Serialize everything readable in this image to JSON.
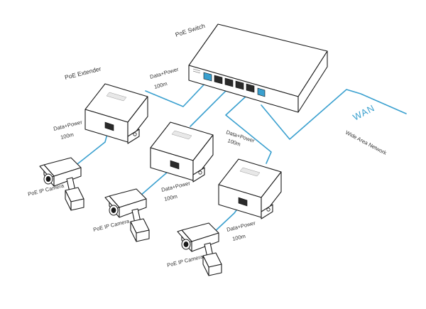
{
  "labels": {
    "switch": "PoE Switch",
    "extender": "PoE Extender",
    "wan": "WAN",
    "wan_sub": "Wide Area Network",
    "camera": "PoE IP Camera",
    "data_power": "Data+Power",
    "distance": "100m"
  },
  "colors": {
    "cable": "#3aa0cf",
    "outline": "#1a1a1a",
    "background": "#ffffff"
  },
  "icons": [
    "poe-switch-icon",
    "poe-extender-icon",
    "ip-camera-icon"
  ]
}
